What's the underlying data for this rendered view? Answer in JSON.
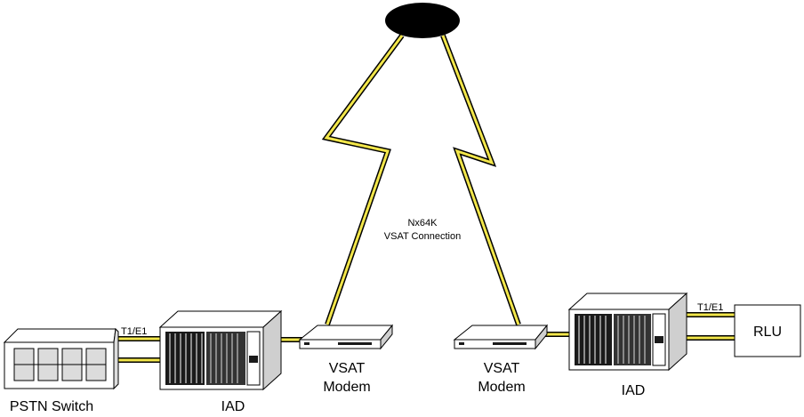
{
  "labels": {
    "pstn_switch": "PSTN Switch",
    "iad_left": "IAD",
    "iad_right": "IAD",
    "vsat_left_line1": "VSAT",
    "vsat_left_line2": "Modem",
    "vsat_right_line1": "VSAT",
    "vsat_right_line2": "Modem",
    "rlu": "RLU",
    "t1e1_left": "T1/E1",
    "t1e1_right": "T1/E1",
    "link_line1": "Nx64K",
    "link_line2": "VSAT Connection"
  },
  "colors": {
    "link": "#f2e64a",
    "link_outline": "#000000",
    "satellite": "#000000",
    "equipment_fill": "#ffffff",
    "equipment_dark": "#1a1a1a",
    "panel_gray": "#dcdcdc"
  }
}
